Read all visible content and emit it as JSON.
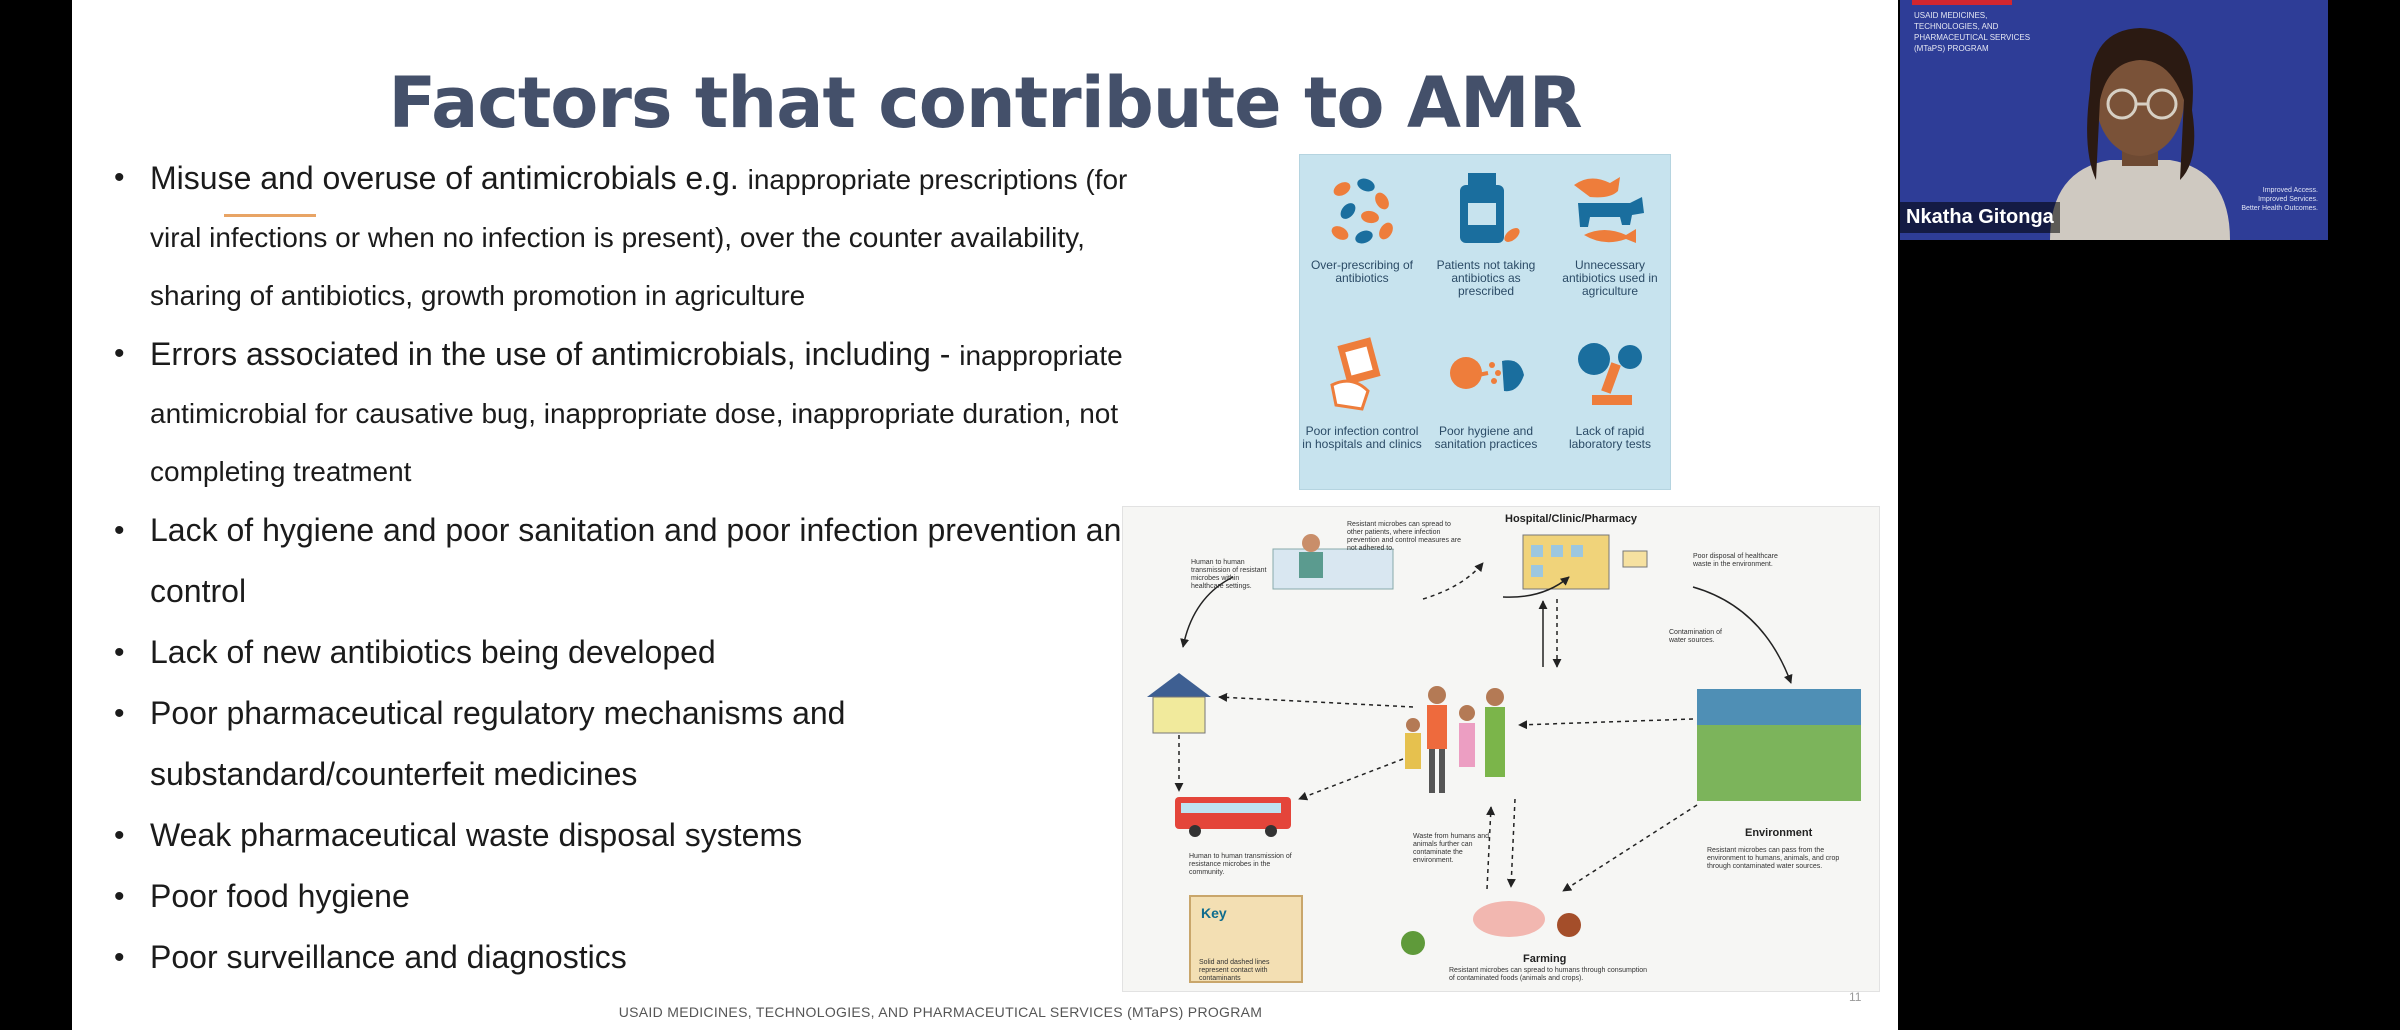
{
  "slide": {
    "title": "Factors that contribute to AMR",
    "bullets": [
      {
        "lead": "Misuse and overuse of antimicrobials e.g.",
        "rest": "inappropriate prescriptions (for viral infections or when no infection is present), over the counter availability, sharing of antibiotics, growth promotion in agriculture"
      },
      {
        "lead": "Errors associated in the use of antimicrobials, including -",
        "rest": "inappropriate antimicrobial for causative bug, inappropriate dose, inappropriate duration, not completing treatment"
      },
      {
        "lead": "Lack of hygiene and poor sanitation and poor infection prevention and control",
        "rest": ""
      },
      {
        "lead": "Lack of new antibiotics being developed",
        "rest": ""
      },
      {
        "lead": "Poor pharmaceutical regulatory mechanisms and substandard/counterfeit medicines",
        "rest": ""
      },
      {
        "lead": "Weak pharmaceutical waste disposal systems",
        "rest": ""
      },
      {
        "lead": "Poor food hygiene",
        "rest": ""
      },
      {
        "lead": "Poor surveillance and diagnostics",
        "rest": ""
      }
    ],
    "footer": "USAID MEDICINES, TECHNOLOGIES, AND PHARMACEUTICAL SERVICES (MTaPS) PROGRAM",
    "page_number": "11"
  },
  "factors_figure": {
    "captions": [
      "Over-prescribing of antibiotics",
      "Patients not taking antibiotics as prescribed",
      "Unnecessary antibiotics used in agriculture",
      "Poor infection control in hospitals and clinics",
      "Poor hygiene and sanitation practices",
      "Lack of rapid laboratory tests"
    ],
    "colors": {
      "orange": "#ee7d3b",
      "blue": "#1a6e9e",
      "bg": "#c7e3ee"
    }
  },
  "cycle_figure": {
    "labels": {
      "hospital": "Hospital/Clinic/Pharmacy",
      "environment": "Environment",
      "farming": "Farming",
      "key": "Key"
    },
    "notes": {
      "spread_patients": "Resistant microbes can spread to other patients, where infection prevention and control measures are not adhered to.",
      "human_to_human_health": "Human to human transmission of resistant microbes within healthcare settings.",
      "disposal": "Poor disposal of healthcare waste in the environment.",
      "water": "Contamination of water sources.",
      "waste": "Waste from humans and animals further can contaminate the environment.",
      "community": "Human to human transmission of resistance microbes in the community.",
      "environment": "Resistant microbes can pass from the environment to humans, animals, and crop through contaminated water sources.",
      "farming": "Resistant microbes can spread to humans through consumption of contaminated foods (animals and crops).",
      "key": "Solid and dashed lines represent contact with contaminants"
    }
  },
  "video": {
    "participant_name": "Nkatha Gitonga",
    "brand_lines": [
      "USAID MEDICINES,",
      "TECHNOLOGIES, AND",
      "PHARMACEUTICAL SERVICES",
      "(MTaPS) PROGRAM"
    ],
    "tagline": [
      "Improved Access.",
      "Improved Services.",
      "Better Health Outcomes."
    ]
  }
}
